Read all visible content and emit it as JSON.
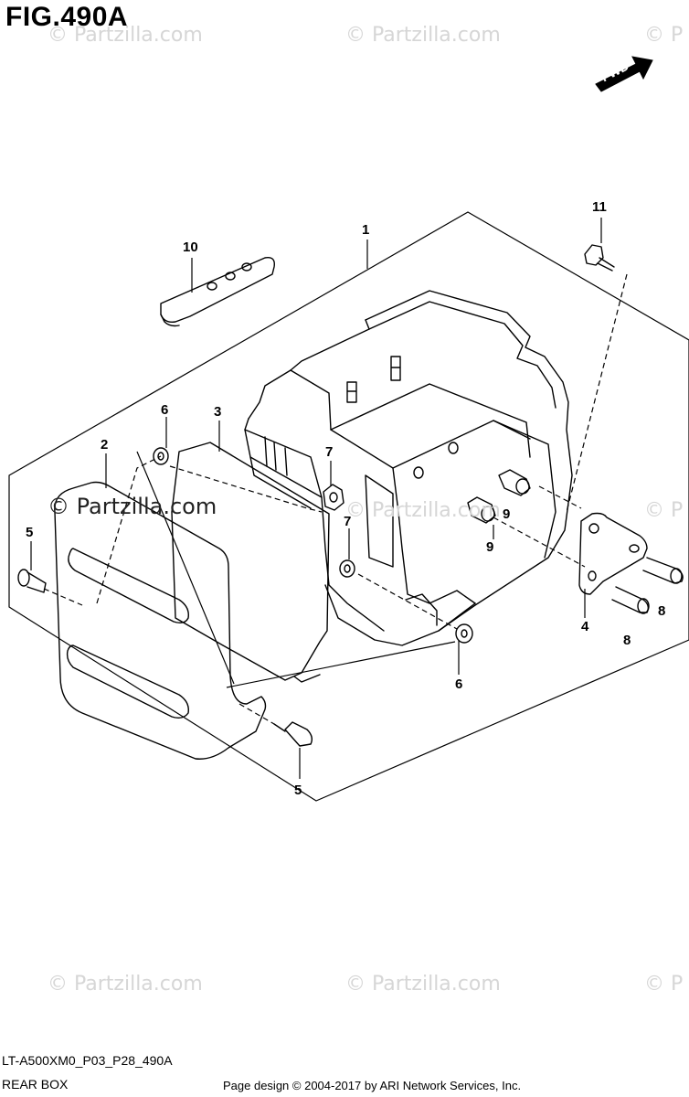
{
  "figure": {
    "title": "FIG.490A",
    "code": "LT-A500XM0_P03_P28_490A",
    "name": "REAR BOX",
    "credit": "Page design © 2004-2017 by ARI Network Services, Inc.",
    "fwd_label": "FWD"
  },
  "watermark": {
    "text": "© Partzilla.com",
    "center_text": "© Partzilla.com",
    "right_edge_text": "© P"
  },
  "callouts": [
    {
      "id": "c1",
      "label": "1"
    },
    {
      "id": "c2",
      "label": "2"
    },
    {
      "id": "c3",
      "label": "3"
    },
    {
      "id": "c4",
      "label": "4"
    },
    {
      "id": "c5a",
      "label": "5"
    },
    {
      "id": "c5b",
      "label": "5"
    },
    {
      "id": "c6a",
      "label": "6"
    },
    {
      "id": "c6b",
      "label": "6"
    },
    {
      "id": "c7a",
      "label": "7"
    },
    {
      "id": "c7b",
      "label": "7"
    },
    {
      "id": "c8a",
      "label": "8"
    },
    {
      "id": "c8b",
      "label": "8"
    },
    {
      "id": "c9a",
      "label": "9"
    },
    {
      "id": "c9b",
      "label": "9"
    },
    {
      "id": "c10",
      "label": "10"
    },
    {
      "id": "c11",
      "label": "11"
    }
  ]
}
